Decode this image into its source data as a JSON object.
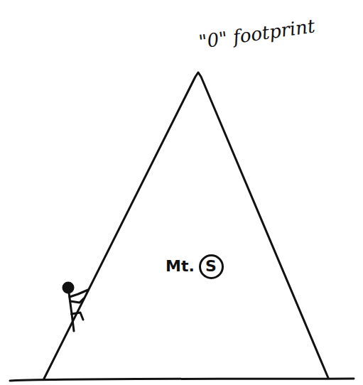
{
  "diagram": {
    "nodes": [
      {
        "text": [
          "Mt."
        ]
      },
      {
        "text": [
          "S"
        ],
        "in": 0
      }
    ],
    "labels": [
      "\"0\" footprint"
    ]
  }
}
